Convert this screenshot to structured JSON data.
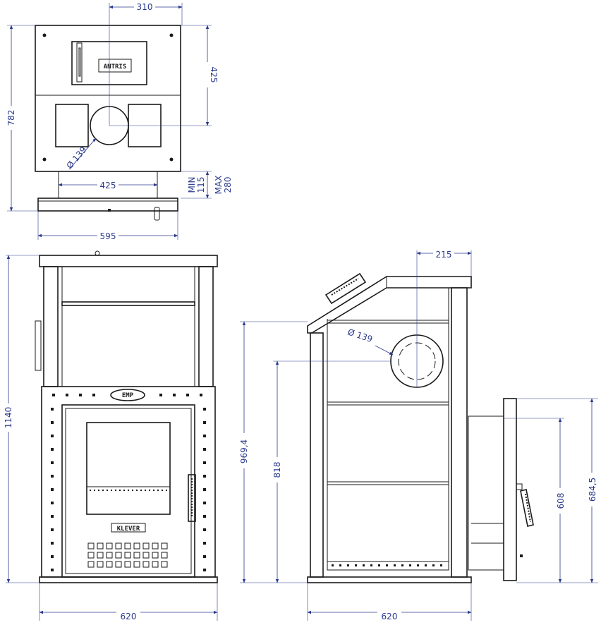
{
  "dimensions": {
    "top_width": "310",
    "top_height": "425",
    "total_height_top": "782",
    "flue_dia_top": "Ø 139",
    "leg_span": "425",
    "leg_min_label": "MIN",
    "leg_min": "115",
    "leg_max_label": "MAX",
    "leg_max": "280",
    "base_width": "595",
    "front_height": "1140",
    "front_width": "620",
    "side_flue_offset": "215",
    "side_flue_dia": "Ø 139",
    "side_height_flue": "969,4",
    "side_height_shelf": "818",
    "side_height_door": "684,5",
    "side_height_inner": "608",
    "side_width": "620"
  },
  "labels": {
    "top_brand": "ANTRIS",
    "front_badge": "EMP",
    "front_model": "KLEVER"
  },
  "colors": {
    "line": "#1a1a1a",
    "dimension": "#2b3a8c"
  }
}
